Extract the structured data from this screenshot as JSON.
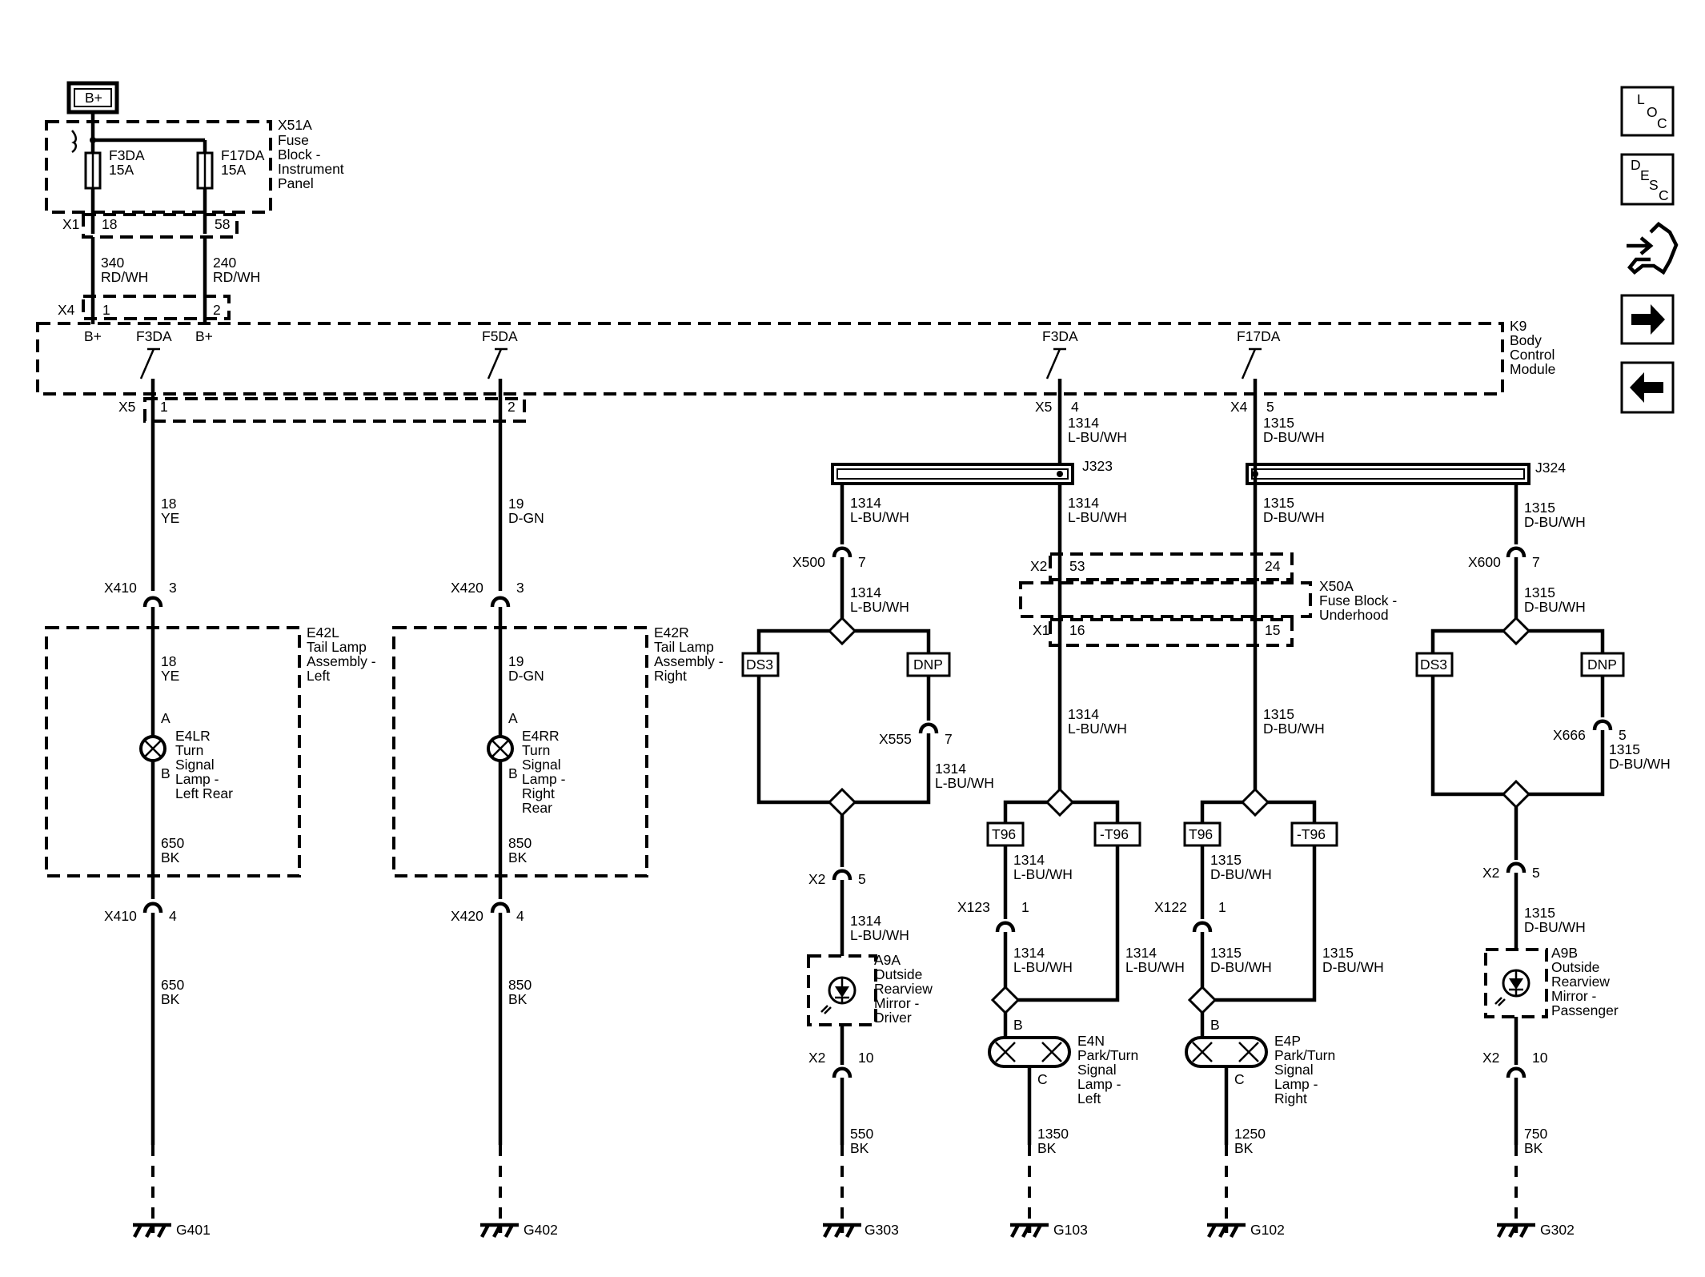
{
  "nav": {
    "loc": [
      "L",
      "O",
      "C"
    ],
    "desc": [
      "D",
      "E",
      "S",
      "C"
    ]
  },
  "power": {
    "label": "B+"
  },
  "fuse_block_ip": {
    "lines": [
      "X51A",
      "Fuse",
      "Block -",
      "Instrument",
      "Panel"
    ],
    "fuses": [
      {
        "name": "F3DA",
        "rating": "15A"
      },
      {
        "name": "F17DA",
        "rating": "15A"
      }
    ],
    "x1": "X1",
    "x1_pins": [
      "18",
      "58"
    ],
    "wires": [
      {
        "num": "340",
        "color": "RD/WH"
      },
      {
        "num": "240",
        "color": "RD/WH"
      }
    ],
    "x4": "X4",
    "x4_pins": [
      "1",
      "2"
    ]
  },
  "bcm": {
    "lines": [
      "K9",
      "Body",
      "Control",
      "Module"
    ],
    "inputs": [
      "B+",
      "F3DA",
      "B+"
    ],
    "outputs": [
      "F5DA",
      "F3DA",
      "F17DA"
    ],
    "x5": "X5",
    "x5_pins": [
      "1",
      "2"
    ],
    "out1_conn": "X5",
    "out1_pin": "4",
    "out2_conn": "X4",
    "out2_pin": "5"
  },
  "left_tail": {
    "w1": {
      "num": "18",
      "color": "YE"
    },
    "conn": "X410",
    "pin_in": "3",
    "pin_out": "4",
    "asm": [
      "E42L",
      "Tail Lamp",
      "Assembly -",
      "Left"
    ],
    "lamp": [
      "E4LR",
      "Turn",
      "Signal",
      "Lamp -",
      "Left Rear"
    ],
    "pin_a": "A",
    "pin_b": "B",
    "w2": {
      "num": "650",
      "color": "BK"
    },
    "ground": "G401"
  },
  "right_tail": {
    "w1": {
      "num": "19",
      "color": "D-GN"
    },
    "conn": "X420",
    "pin_in": "3",
    "pin_out": "4",
    "asm": [
      "E42R",
      "Tail Lamp",
      "Assembly -",
      "Right"
    ],
    "lamp": [
      "E4RR",
      "Turn",
      "Signal",
      "Lamp -",
      "Right",
      "Rear"
    ],
    "pin_a": "A",
    "pin_b": "B",
    "w2": {
      "num": "850",
      "color": "BK"
    },
    "ground": "G402"
  },
  "wire1314": {
    "num": "1314",
    "color": "L-BU/WH"
  },
  "wire1315": {
    "num": "1315",
    "color": "D-BU/WH"
  },
  "splices": {
    "j323": "J323",
    "j324": "J324"
  },
  "options": {
    "ds3": "DS3",
    "dnp": "DNP",
    "t96": "T96",
    "nt96": "-T96"
  },
  "driver_mirror": {
    "x500": "X500",
    "x500_pin": "7",
    "x555": "X555",
    "x555_pin": "7",
    "x2": "X2",
    "x2_pin_in": "5",
    "x2_pin_out": "10",
    "label": [
      "A9A",
      "Outside",
      "Rearview",
      "Mirror -",
      "Driver"
    ],
    "gw": {
      "num": "550",
      "color": "BK"
    },
    "ground": "G303"
  },
  "pass_mirror": {
    "x600": "X600",
    "x600_pin": "7",
    "x666": "X666",
    "x666_pin": "5",
    "x2": "X2",
    "x2_pin_in": "5",
    "x2_pin_out": "10",
    "label": [
      "A9B",
      "Outside",
      "Rearview",
      "Mirror -",
      "Passenger"
    ],
    "gw": {
      "num": "750",
      "color": "BK"
    },
    "ground": "G302"
  },
  "fuse_block_uh": {
    "lines": [
      "X50A",
      "Fuse Block -",
      "Underhood"
    ],
    "x2": "X2",
    "x2_pins": [
      "53",
      "24"
    ],
    "x1": "X1",
    "x1_pins": [
      "16",
      "15"
    ]
  },
  "park_left": {
    "conn": "X123",
    "pin": "1",
    "pin_b": "B",
    "pin_c": "C",
    "label": [
      "E4N",
      "Park/Turn",
      "Signal",
      "Lamp -",
      "Left"
    ],
    "gw": {
      "num": "1350",
      "color": "BK"
    },
    "ground": "G103"
  },
  "park_right": {
    "conn": "X122",
    "pin": "1",
    "pin_b": "B",
    "pin_c": "C",
    "label": [
      "E4P",
      "Park/Turn",
      "Signal",
      "Lamp -",
      "Right"
    ],
    "gw": {
      "num": "1250",
      "color": "BK"
    },
    "ground": "G102"
  }
}
